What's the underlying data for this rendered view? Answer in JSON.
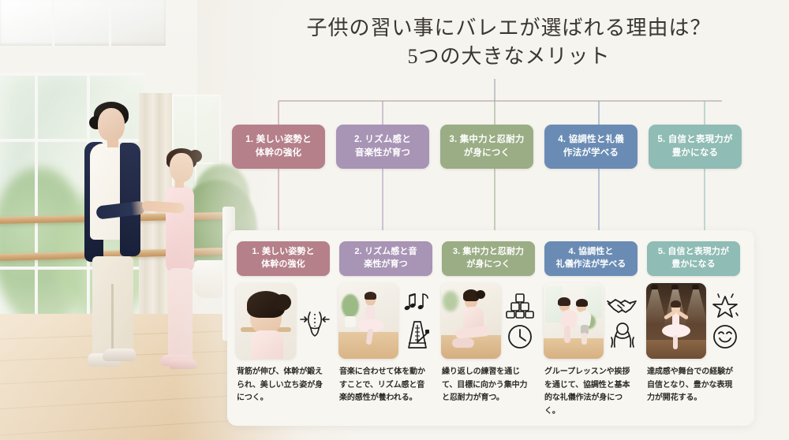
{
  "title": {
    "line1": "子供の習い事にバレエが選ばれる理由は？",
    "line2": "5つの大きなメリット"
  },
  "colors": {
    "item1": "#b5808a",
    "item2": "#a894b5",
    "item3": "#9aad85",
    "item4": "#6a8cb4",
    "item5": "#8fbcb4",
    "panel_bg": "#f7f6f1",
    "page_bg": "#f3f1ec",
    "title_text": "#3a3630",
    "body_text": "#2f2b26"
  },
  "top_badges": [
    {
      "label": "1. 美しい姿勢と\n体幹の強化",
      "color_key": "item1"
    },
    {
      "label": "2. リズム感と\n音楽性が育つ",
      "color_key": "item2"
    },
    {
      "label": "3. 集中力と忍耐力\nが身につく",
      "color_key": "item3"
    },
    {
      "label": "4. 協調性と礼儀\n作法が学べる",
      "color_key": "item4"
    },
    {
      "label": "5. 自信と表現力が\n豊かになる",
      "color_key": "item5"
    }
  ],
  "cards": [
    {
      "heading": "1. 美しい姿勢と\n体幹の強化",
      "color_key": "item1",
      "thumb_alt": "側面を向いた少女のポートレート",
      "icons": [
        "waist-slimming-icon"
      ],
      "caption": "背筋が伸び、体幹が鍛えられ、美しい立ち姿が身につく。"
    },
    {
      "heading": "2. リズム感と音\n楽性が育つ",
      "color_key": "item2",
      "thumb_alt": "チュチュを着て踊る少女",
      "icons": [
        "music-notes-icon",
        "metronome-icon"
      ],
      "caption": "音楽に合わせて体を動かすことで、リズム感と音楽的感性が養われる。"
    },
    {
      "heading": "3. 集中力と忍耐力\nが身につく",
      "color_key": "item3",
      "thumb_alt": "床に座りトウシューズを結ぶ少女",
      "icons": [
        "building-blocks-icon",
        "clock-icon"
      ],
      "caption": "繰り返しの練習を通じて、目標に向かう集中力と忍耐力が育つ。"
    },
    {
      "heading": "4. 協調性と\n礼儀作法が学べる",
      "color_key": "item4",
      "thumb_alt": "お辞儀をする二人の少女",
      "icons": [
        "handshake-icon",
        "group-bow-icon"
      ],
      "caption": "グループレッスンや挨拶を通じて、協調性と基本的な礼儀作法が身につく。"
    },
    {
      "heading": "5. 自信と表現力が\n豊かになる",
      "color_key": "item5",
      "thumb_alt": "スポットライトの舞台で踊る少女",
      "icons": [
        "sparkle-star-icon",
        "smiley-face-icon"
      ],
      "caption": "達成感や舞台での経験が自信となり、豊かな表現力が開花する。"
    }
  ],
  "background_photo": {
    "alt": "明るいバレエスタジオでバーにつかまる少女と指導する女性"
  }
}
